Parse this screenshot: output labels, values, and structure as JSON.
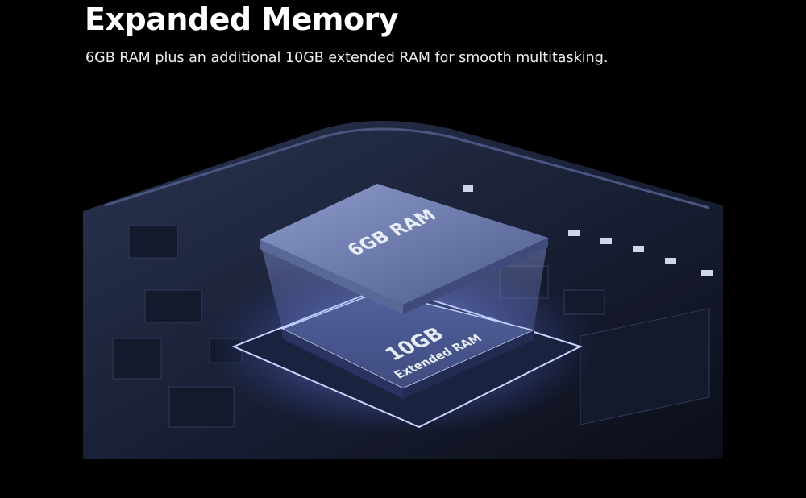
{
  "header": {
    "title": "Expanded Memory",
    "subtitle": "6GB RAM plus an additional 10GB extended RAM for smooth multitasking."
  },
  "illustration": {
    "top_chip_label": "6GB RAM",
    "bottom_chip_capacity": "10GB",
    "bottom_chip_label": "Extended RAM",
    "accent_color": "#7f9cff"
  }
}
